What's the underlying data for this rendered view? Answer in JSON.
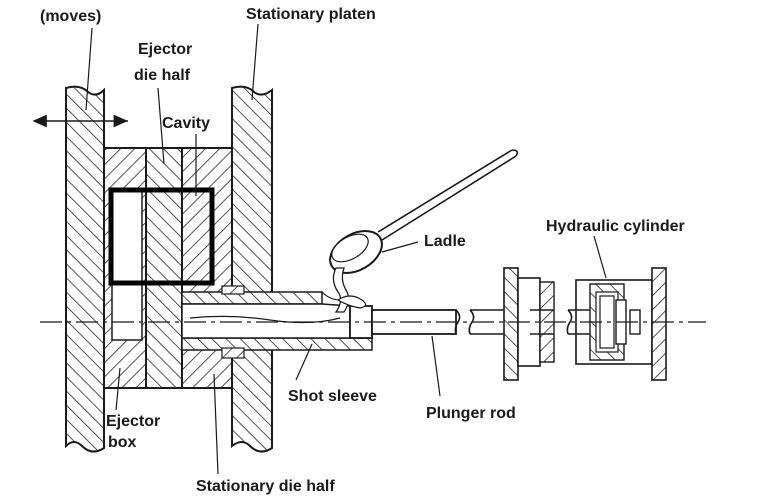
{
  "diagram": {
    "labels": {
      "moves": "(moves)",
      "stationary_platen": "Stationary platen",
      "ejector_die_half_line1": "Ejector",
      "ejector_die_half_line2": "die half",
      "cavity": "Cavity",
      "ladle": "Ladle",
      "hydraulic_cylinder": "Hydraulic cylinder",
      "shot_sleeve": "Shot sleeve",
      "plunger_rod": "Plunger rod",
      "ejector_box_line1": "Ejector",
      "ejector_box_line2": "box",
      "stationary_die_half": "Stationary die half"
    }
  }
}
